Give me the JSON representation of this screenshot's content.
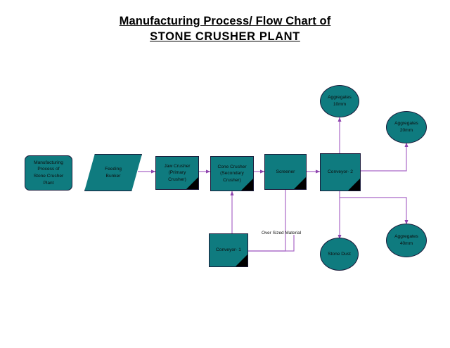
{
  "title": {
    "line1": "Manufacturing Process/ Flow Chart of",
    "line2": "STONE CRUSHER PLANT"
  },
  "theme": {
    "node_fill": "#0f7b7f",
    "node_border": "#1a1a3a",
    "connector": "#a44fc0",
    "corner_marker": "#000000",
    "text": "#111111",
    "background": "#ffffff"
  },
  "nodes": [
    {
      "id": "start",
      "shape": "rounded-rectangle",
      "label": "Manufacturing\nProcess of\nStone Crusher\nPlant",
      "corner": false
    },
    {
      "id": "bunker",
      "shape": "parallelogram",
      "label": "Feeding\nBunker",
      "corner": false
    },
    {
      "id": "jaw",
      "shape": "rectangle",
      "label": "Jaw Crusher\n(Primary\nCrusher)",
      "corner": true
    },
    {
      "id": "cone",
      "shape": "rectangle",
      "label": "Cone Crusher\n(Secondary\nCrusher)",
      "corner": true
    },
    {
      "id": "screener",
      "shape": "rectangle",
      "label": "Screener",
      "corner": true
    },
    {
      "id": "conveyor2",
      "shape": "rectangle",
      "label": "Conveyor- 2",
      "corner": true
    },
    {
      "id": "conveyor1",
      "shape": "rectangle",
      "label": "Conveyor- 1",
      "corner": true
    },
    {
      "id": "agg10",
      "shape": "circle",
      "label": "Aggregates\n10mm",
      "corner": false
    },
    {
      "id": "agg20",
      "shape": "circle",
      "label": "Aggregates\n20mm",
      "corner": false
    },
    {
      "id": "agg40",
      "shape": "circle",
      "label": "Aggregates\n40mm",
      "corner": false
    },
    {
      "id": "dust",
      "shape": "circle",
      "label": "Stone Dust",
      "corner": false
    }
  ],
  "edge_labels": [
    {
      "id": "oversized",
      "text": "Over Sized Material"
    }
  ]
}
